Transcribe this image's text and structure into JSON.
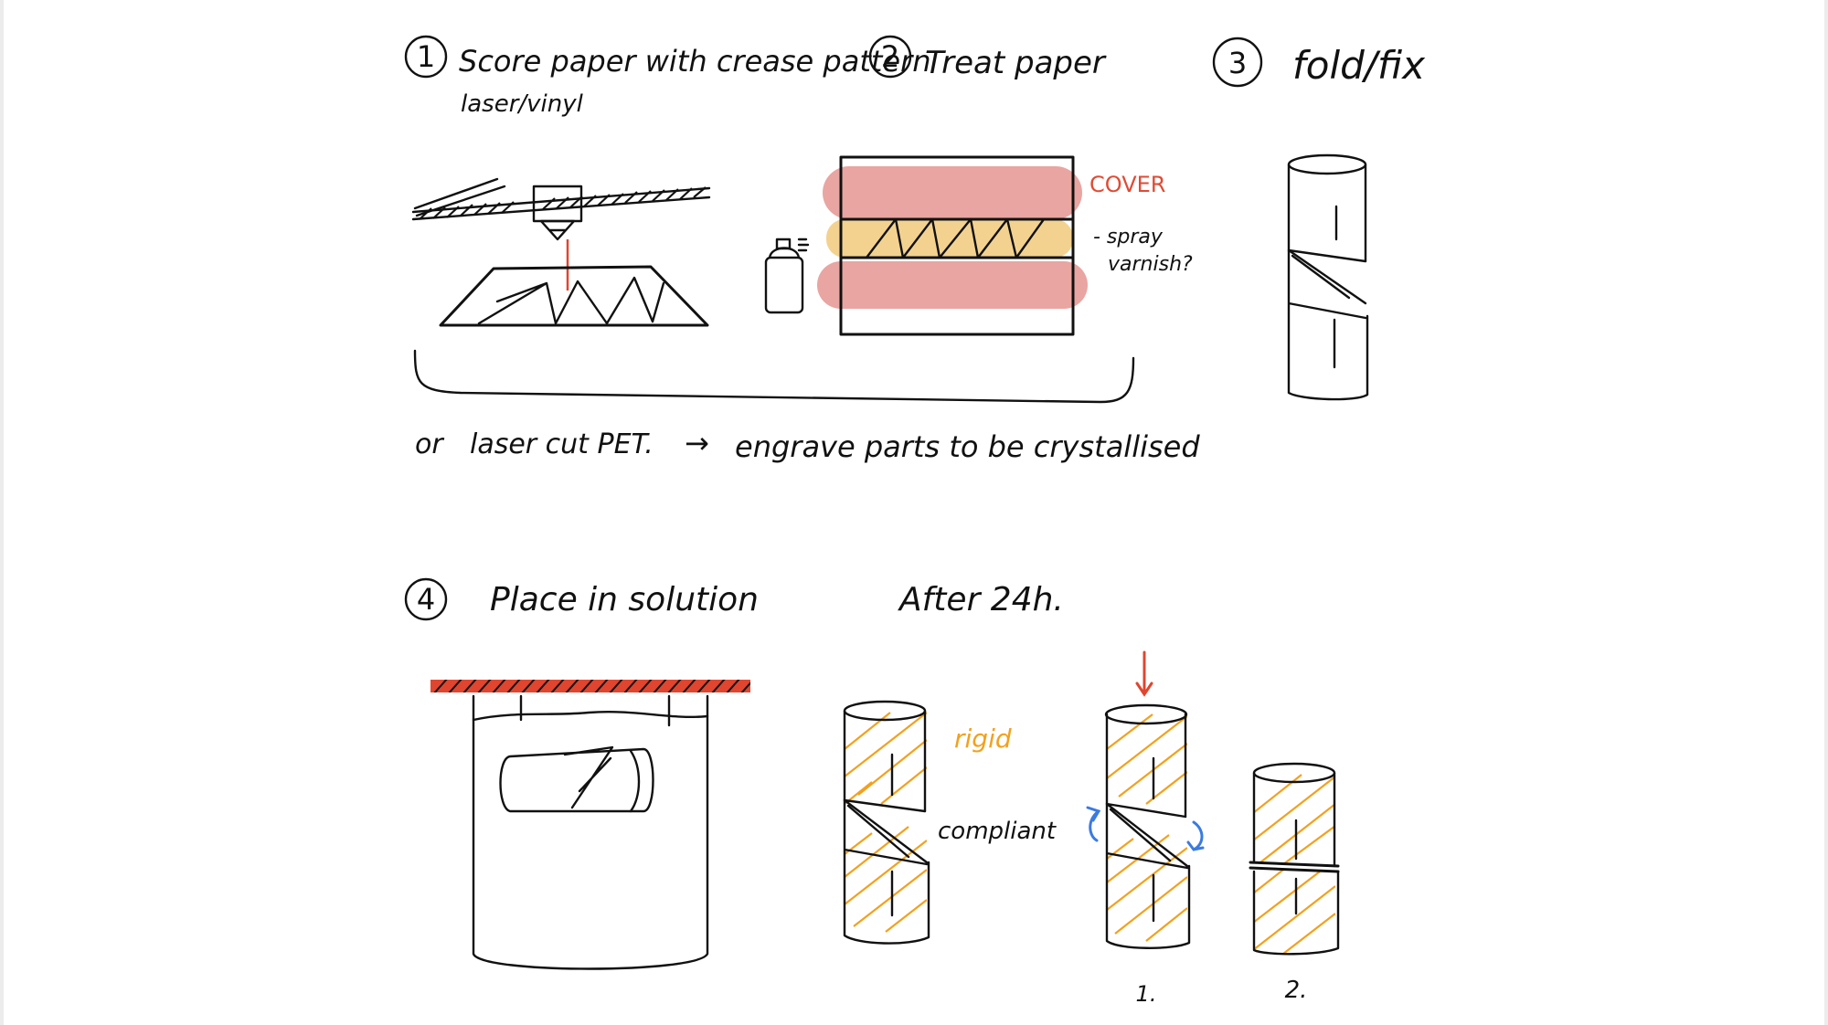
{
  "steps": [
    {
      "number": "1",
      "title": "Score paper with crease pattern",
      "subtitle": "laser/vinyl"
    },
    {
      "number": "2",
      "title": "Treat paper"
    },
    {
      "number": "3",
      "title": "fold/fix"
    },
    {
      "number": "4",
      "title": "Place in solution"
    }
  ],
  "alternative_note": {
    "prefix": "or",
    "method": "laser cut PET.",
    "arrow": "→",
    "result": "engrave parts to be crystallised"
  },
  "treat_labels": {
    "cover": "COVER",
    "spray": "- spray",
    "varnish": "varnish?"
  },
  "after_label": "After 24h.",
  "state_labels": {
    "rigid": "rigid",
    "compliant": "compliant"
  },
  "variant_labels": [
    "1.",
    "2."
  ],
  "colors": {
    "cover": "#e9a5a1",
    "cover_text": "#e04b34",
    "varnish": "#f3d290",
    "laser": "#e0452f",
    "rigid_hatch": "#f2a11d",
    "torque_arrow": "#3a7be0",
    "lid": "#e0452f"
  },
  "icons": [
    "laser-cutter-icon",
    "spray-can-icon",
    "folded-tube-icon",
    "beaker-icon",
    "twist-arrow-icon",
    "press-arrow-icon"
  ]
}
